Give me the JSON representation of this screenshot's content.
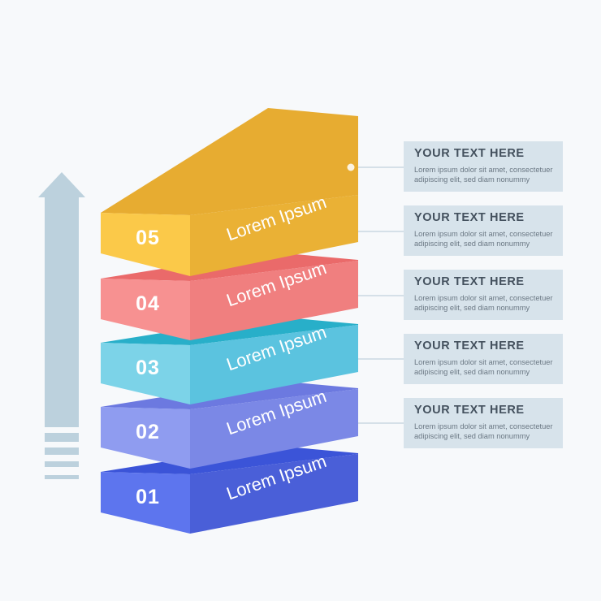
{
  "colors": {
    "background": "#f7f9fb",
    "arrow": "#bcd1dd",
    "connector": "#cad8e2",
    "text_box": "#d7e3eb"
  },
  "layers": [
    {
      "number": "01",
      "label": "Lorem Ipsum",
      "front": "#5d75ee",
      "side": "#4a5fd8",
      "top": "#3b54d8"
    },
    {
      "number": "02",
      "label": "Lorem Ipsum",
      "front": "#8f9cf0",
      "side": "#7b88e6",
      "top": "#6c79e0"
    },
    {
      "number": "03",
      "label": "Lorem Ipsum",
      "front": "#7cd3e8",
      "side": "#5bc3df",
      "top": "#28afc9"
    },
    {
      "number": "04",
      "label": "Lorem Ipsum",
      "front": "#f79191",
      "side": "#f07f7f",
      "top": "#ea6a6a"
    },
    {
      "number": "05",
      "label": "Lorem Ipsum",
      "front": "#fbc949",
      "side": "#eab135",
      "top": "#e7ac31"
    }
  ],
  "text_boxes": [
    {
      "title": "YOUR TEXT HERE",
      "body": "Lorem ipsum dolor sit amet, consectetuer adipiscing elit, sed diam nonummy"
    },
    {
      "title": "YOUR TEXT HERE",
      "body": "Lorem ipsum dolor sit amet, consectetuer adipiscing elit, sed diam nonummy"
    },
    {
      "title": "YOUR TEXT HERE",
      "body": "Lorem ipsum dolor sit amet, consectetuer adipiscing elit, sed diam nonummy"
    },
    {
      "title": "YOUR TEXT HERE",
      "body": "Lorem ipsum dolor sit amet, consectetuer adipiscing elit, sed diam nonummy"
    },
    {
      "title": "YOUR TEXT HERE",
      "body": "Lorem ipsum dolor sit amet, consectetuer adipiscing elit, sed diam nonummy"
    }
  ]
}
